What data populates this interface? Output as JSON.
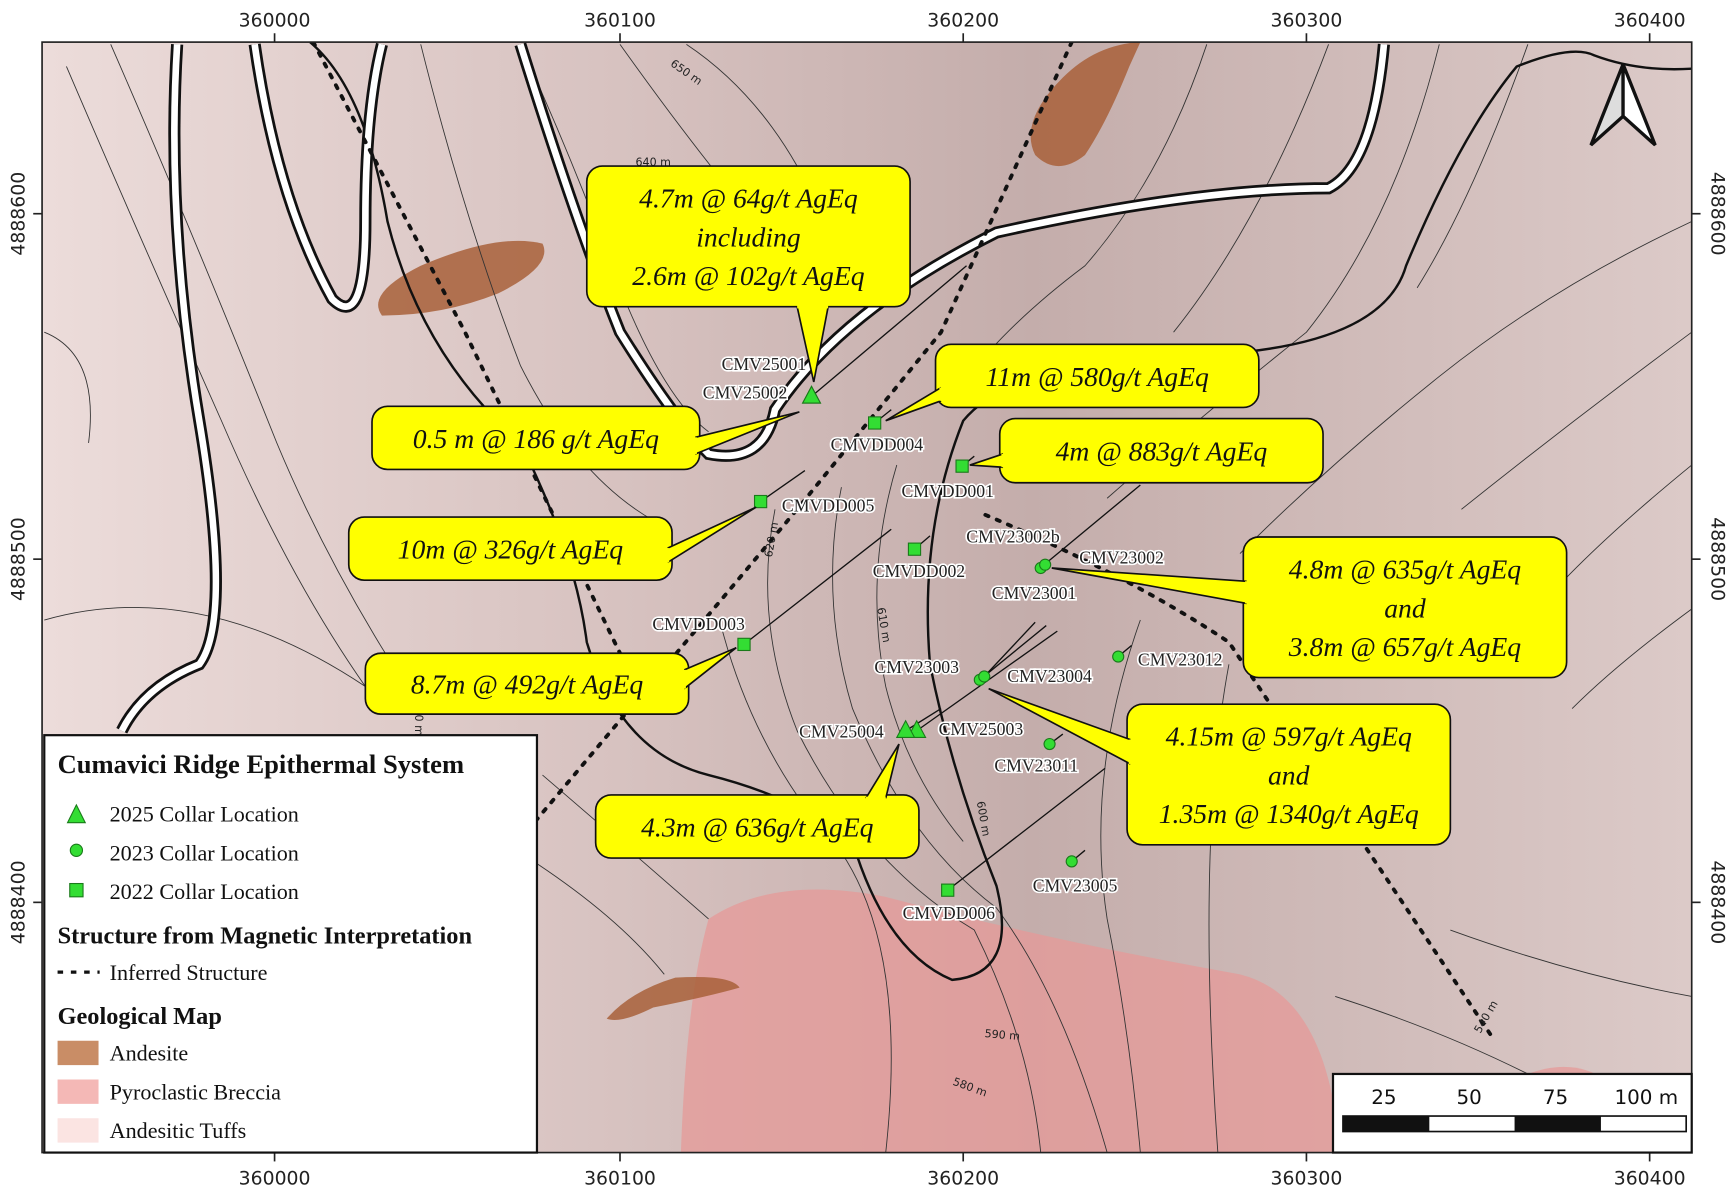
{
  "axes": {
    "x_ticks": [
      "360000",
      "360100",
      "360200",
      "360300",
      "360400"
    ],
    "y_ticks": [
      "4888600",
      "4888500",
      "4888400"
    ]
  },
  "contour_labels": [
    "650 m",
    "640 m",
    "620 m",
    "610 m",
    "600 m",
    "590 m",
    "580 m",
    "540 m",
    "0 m"
  ],
  "collars": [
    {
      "id": "CMV25001",
      "year": "2025"
    },
    {
      "id": "CMV25002",
      "year": "2025"
    },
    {
      "id": "CMV25003",
      "year": "2025"
    },
    {
      "id": "CMV25004",
      "year": "2025"
    },
    {
      "id": "CMV23001",
      "year": "2023"
    },
    {
      "id": "CMV23002",
      "year": "2023"
    },
    {
      "id": "CMV23002b",
      "year": "2023"
    },
    {
      "id": "CMV23003",
      "year": "2023"
    },
    {
      "id": "CMV23004",
      "year": "2023"
    },
    {
      "id": "CMV23005",
      "year": "2023"
    },
    {
      "id": "CMV23011",
      "year": "2023"
    },
    {
      "id": "CMV23012",
      "year": "2023"
    },
    {
      "id": "CMVDD001",
      "year": "2022"
    },
    {
      "id": "CMVDD002",
      "year": "2022"
    },
    {
      "id": "CMVDD003",
      "year": "2022"
    },
    {
      "id": "CMVDD004",
      "year": "2022"
    },
    {
      "id": "CMVDD005",
      "year": "2022"
    },
    {
      "id": "CMVDD006",
      "year": "2022"
    }
  ],
  "callouts": [
    {
      "lines": [
        "4.7m @ 64g/t AgEq",
        "including",
        "2.6m @ 102g/t AgEq"
      ]
    },
    {
      "lines": [
        "0.5 m @ 186 g/t AgEq"
      ]
    },
    {
      "lines": [
        "11m @ 580g/t AgEq"
      ]
    },
    {
      "lines": [
        "4m @ 883g/t AgEq"
      ]
    },
    {
      "lines": [
        "10m @ 326g/t AgEq"
      ]
    },
    {
      "lines": [
        "4.8m @ 635g/t AgEq",
        "and",
        "3.8m @ 657g/t AgEq"
      ]
    },
    {
      "lines": [
        "8.7m @ 492g/t AgEq"
      ]
    },
    {
      "lines": [
        "4.15m @ 597g/t AgEq",
        "and",
        "1.35m @ 1340g/t AgEq"
      ]
    },
    {
      "lines": [
        "4.3m @ 636g/t AgEq"
      ]
    }
  ],
  "legend": {
    "title": "Cumavici Ridge Epithermal System",
    "collars": [
      "2025 Collar Location",
      "2023 Collar Location",
      "2022 Collar Location"
    ],
    "structure_heading": "Structure from Magnetic Interpretation",
    "structure_item": "Inferred Structure",
    "geology_heading": "Geological Map",
    "geology": [
      {
        "label": "Andesite",
        "color": "#c98d66"
      },
      {
        "label": "Pyroclastic Breccia",
        "color": "#f4b8b6"
      },
      {
        "label": "Andesitic Tuffs",
        "color": "#fbe4e2"
      }
    ]
  },
  "scalebar": {
    "labels": [
      "25",
      "50",
      "75",
      "100 m"
    ]
  },
  "colors": {
    "callout": "#ffff00",
    "collar": "#33dd33",
    "andesite": "#a8603a",
    "breccia": "#e59a98"
  }
}
